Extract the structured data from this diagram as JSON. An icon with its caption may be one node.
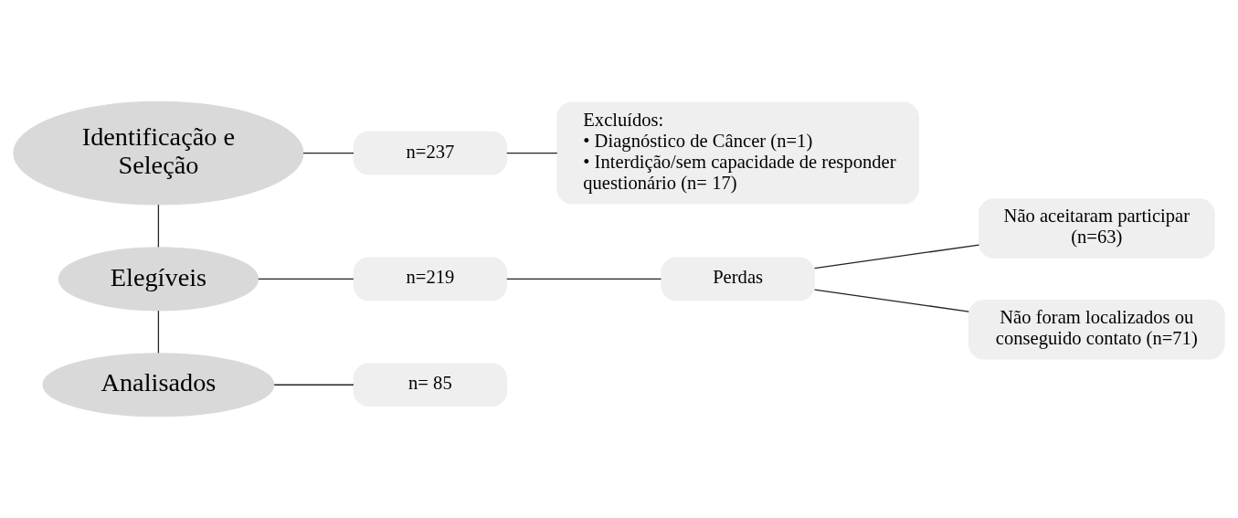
{
  "diagram": {
    "nodes": [
      {
        "text": [
          "Identificação e Seleção"
        ]
      },
      {
        "text": [
          "n=237"
        ]
      },
      {
        "text": [
          "Excluídos:",
          "• Diagnóstico de Câncer (n=1)",
          "• Interdição/sem capacidade de responder questionário (n= 17)"
        ]
      },
      {
        "text": [
          "Elegíveis"
        ]
      },
      {
        "text": [
          "n=219"
        ]
      },
      {
        "text": [
          "Perdas"
        ]
      },
      {
        "text": [
          "Não aceitaram participar (n=63)"
        ]
      },
      {
        "text": [
          "Não foram localizados ou conseguido contato (n=71)"
        ]
      },
      {
        "text": [
          "Analisados"
        ]
      },
      {
        "text": [
          "n= 85"
        ]
      }
    ],
    "edges": [
      {
        "from": 0,
        "to": 1,
        "arrow": "none"
      },
      {
        "from": 1,
        "to": 2,
        "arrow": "none"
      },
      {
        "from": 0,
        "to": 3,
        "arrow": "none"
      },
      {
        "from": 3,
        "to": 4,
        "arrow": "none"
      },
      {
        "from": 4,
        "to": 5,
        "arrow": "none"
      },
      {
        "from": 5,
        "to": 6,
        "arrow": "none"
      },
      {
        "from": 5,
        "to": 7,
        "arrow": "none"
      },
      {
        "from": 3,
        "to": 8,
        "arrow": "none"
      },
      {
        "from": 8,
        "to": 9,
        "arrow": "none"
      }
    ]
  }
}
